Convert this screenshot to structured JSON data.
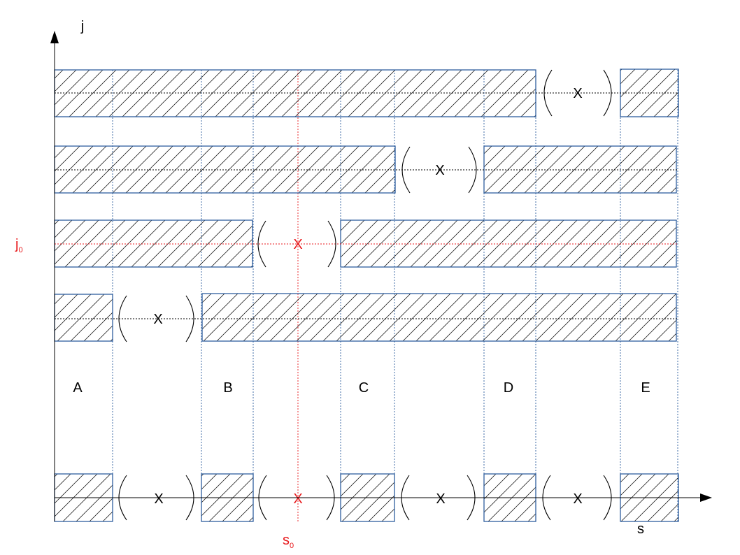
{
  "axes": {
    "vertical_label": "j",
    "horizontal_label": "s",
    "j0_label": "j",
    "j0_subscript": "0",
    "s0_label": "s",
    "s0_subscript": "0"
  },
  "column_labels": [
    "A",
    "B",
    "C",
    "D",
    "E"
  ],
  "gap_marker": "X",
  "colors": {
    "box_stroke": "#2e5e9e",
    "hatch": "#000000",
    "highlight": "#e8191c"
  }
}
